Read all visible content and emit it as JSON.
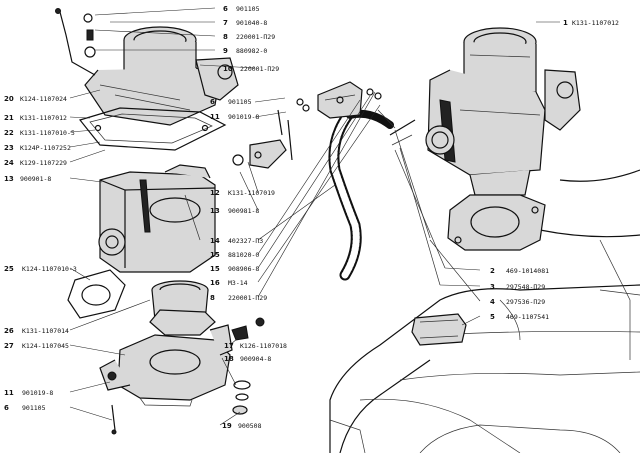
{
  "callouts": [
    {
      "num": "6",
      "code": "901105"
    },
    {
      "num": "7",
      "code": "901040-8"
    },
    {
      "num": "8",
      "code": "220001-П29"
    },
    {
      "num": "9",
      "code": "880982-0"
    },
    {
      "num": "10",
      "code": "220001-П29"
    },
    {
      "num": "1",
      "code": "К131-1107012"
    },
    {
      "num": "20",
      "code": "К124-1107024"
    },
    {
      "num": "21",
      "code": "К131-1107012"
    },
    {
      "num": "22",
      "code": "К131-1107010-5"
    },
    {
      "num": "23",
      "code": "К124Р-1107252"
    },
    {
      "num": "24",
      "code": "К129-1107229"
    },
    {
      "num": "13",
      "code": "900901-8"
    },
    {
      "num": "6",
      "code": "901105"
    },
    {
      "num": "11",
      "code": "901019-8"
    },
    {
      "num": "12",
      "code": "К131-1107019"
    },
    {
      "num": "13",
      "code": "900981-8"
    },
    {
      "num": "14",
      "code": "402327-П3"
    },
    {
      "num": "15",
      "code": "881020-0"
    },
    {
      "num": "15",
      "code": "908906-8"
    },
    {
      "num": "16",
      "code": "МЗ-14"
    },
    {
      "num": "8",
      "code": "220001-П29"
    },
    {
      "num": "25",
      "code": "К124-1107010-3"
    },
    {
      "num": "26",
      "code": "К131-1107014"
    },
    {
      "num": "27",
      "code": "К124-1107045"
    },
    {
      "num": "17",
      "code": "К126-1107018"
    },
    {
      "num": "18",
      "code": "900904-8"
    },
    {
      "num": "11",
      "code": "901019-8"
    },
    {
      "num": "6",
      "code": "901105"
    },
    {
      "num": "19",
      "code": "900508"
    },
    {
      "num": "2",
      "code": "469-1014081"
    },
    {
      "num": "3",
      "code": "297548-П29"
    },
    {
      "num": "4",
      "code": "297536-П29"
    },
    {
      "num": "5",
      "code": "469-1107541"
    }
  ]
}
